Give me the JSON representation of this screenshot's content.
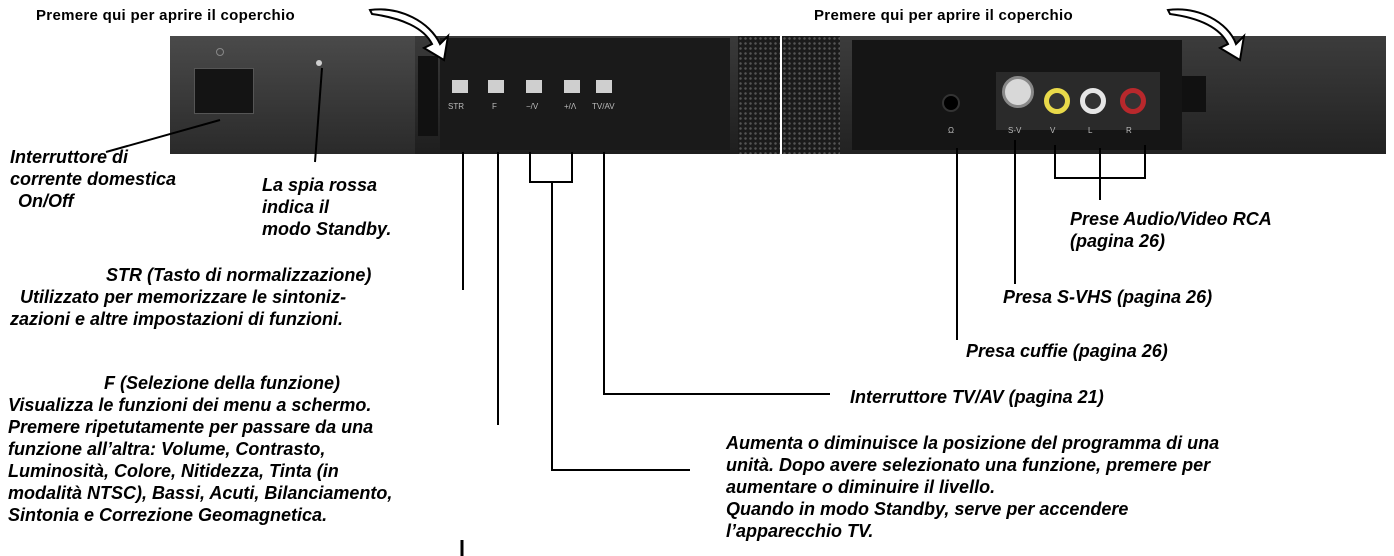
{
  "header": {
    "left_open_lid": "Premere qui per aprire il coperchio",
    "right_open_lid": "Premere qui per aprire il coperchio"
  },
  "front_panel": {
    "button_labels": [
      "STR",
      "F",
      "−/V",
      "+/Λ",
      "TV/AV"
    ]
  },
  "side_panel": {
    "jack_labels": [
      "Ω",
      "S-V",
      "V",
      "L",
      "R"
    ]
  },
  "labels": {
    "power_switch": [
      "Interruttore di",
      "corrente domestica",
      "On/Off"
    ],
    "standby_led": [
      "La spia rossa",
      "indica il",
      "modo Standby."
    ],
    "str": [
      "STR (Tasto di normalizzazione)",
      "Utilizzato per memorizzare le sintoniz-",
      "zazioni e altre impostazioni di funzioni."
    ],
    "f": [
      "F (Selezione della funzione)",
      "Visualizza le funzioni dei menu a schermo.",
      "Premere ripetutamente per passare da una",
      "funzione all’altra: Volume, Contrasto,",
      "Luminosità, Colore, Nitidezza, Tinta (in",
      "modalità NTSC), Bassi, Acuti, Bilanciamento,",
      "Sintonia e Correzione Geomagnetica."
    ],
    "rca": [
      "Prese Audio/Video RCA",
      "(pagina 26)"
    ],
    "svhs": "Presa S-VHS (pagina 26)",
    "headphones": "Presa cuffie (pagina 26)",
    "tvav": "Interruttore TV/AV (pagina 21)",
    "updown": [
      "Aumenta o diminuisce la posizione del programma di una",
      "unità. Dopo avere selezionato una funzione, premere per",
      "aumentare o diminuire il livello.",
      "Quando in modo Standby, serve per accendere",
      "l’apparecchio TV."
    ]
  }
}
